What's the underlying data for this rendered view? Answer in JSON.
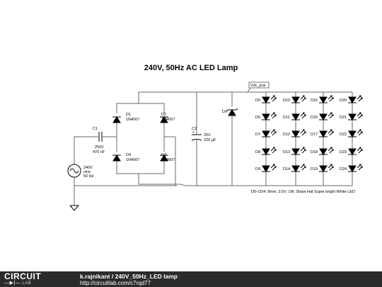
{
  "title": "240V, 50Hz AC LED Lamp",
  "net_label": "Vdc_pos",
  "source": {
    "l1": "240V",
    "l2": "sine",
    "l3": "50 Hz"
  },
  "c1": {
    "name": "C1",
    "v": "250V",
    "c": "470 nF"
  },
  "c2": {
    "name": "C2",
    "v": "25V",
    "c": "220 µF"
  },
  "zener": "Dz",
  "bridge": [
    {
      "name": "D1",
      "part": "1N4007"
    },
    {
      "name": "D2",
      "part": "1N4007"
    },
    {
      "name": "D4",
      "part": "1N4007"
    },
    {
      "name": "D3",
      "part": "1N4007"
    }
  ],
  "led_columns": [
    [
      "D5",
      "D6",
      "D7",
      "D8",
      "D9"
    ],
    [
      "D10",
      "D11",
      "D12",
      "D13",
      "D14"
    ],
    [
      "D15",
      "D16",
      "D17",
      "D18",
      "D19"
    ],
    [
      "D20",
      "D21",
      "D22",
      "D23",
      "D24"
    ]
  ],
  "led_note": "D5–D24: 8mm, 3.5V, 1W, Straw Hat Super bright White LED",
  "footer": {
    "logo_top": "CIRCUIT",
    "logo_bottom": "LAB",
    "logo_glyph": "—▶|—",
    "credit": "k.rajnikant / 240V_50Hz_LED lamp",
    "url": "http://circuitlab.com/c7rqd77"
  }
}
